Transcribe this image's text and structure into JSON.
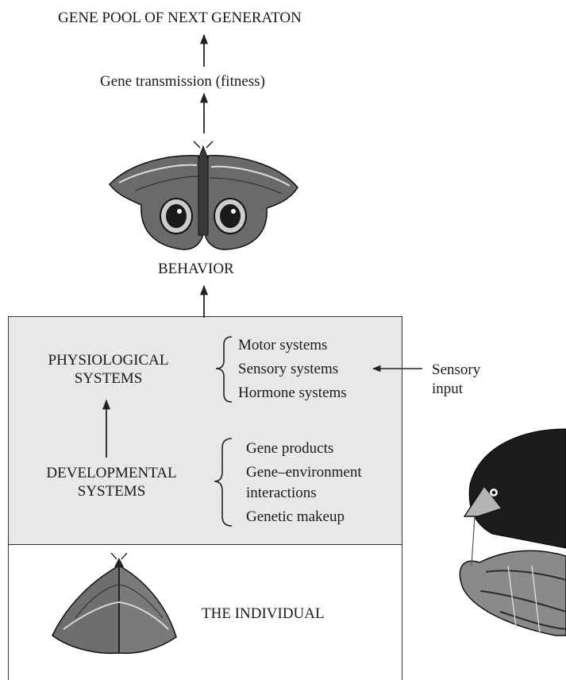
{
  "top_label": "GENE POOL OF NEXT GENERATON",
  "fitness_label": "Gene transmission (fitness)",
  "behavior_label": "BEHAVIOR",
  "physiological": {
    "line1": "PHYSIOLOGICAL",
    "line2": "SYSTEMS"
  },
  "physiological_items": [
    "Motor systems",
    "Sensory systems",
    "Hormone systems"
  ],
  "sensory_input": {
    "line1": "Sensory",
    "line2": "input"
  },
  "developmental": {
    "line1": "DEVELOPMENTAL",
    "line2": "SYSTEMS"
  },
  "developmental_items": [
    "Gene products",
    "Gene–environment",
    "interactions",
    "Genetic makeup"
  ],
  "individual_label": "THE INDIVIDUAL"
}
